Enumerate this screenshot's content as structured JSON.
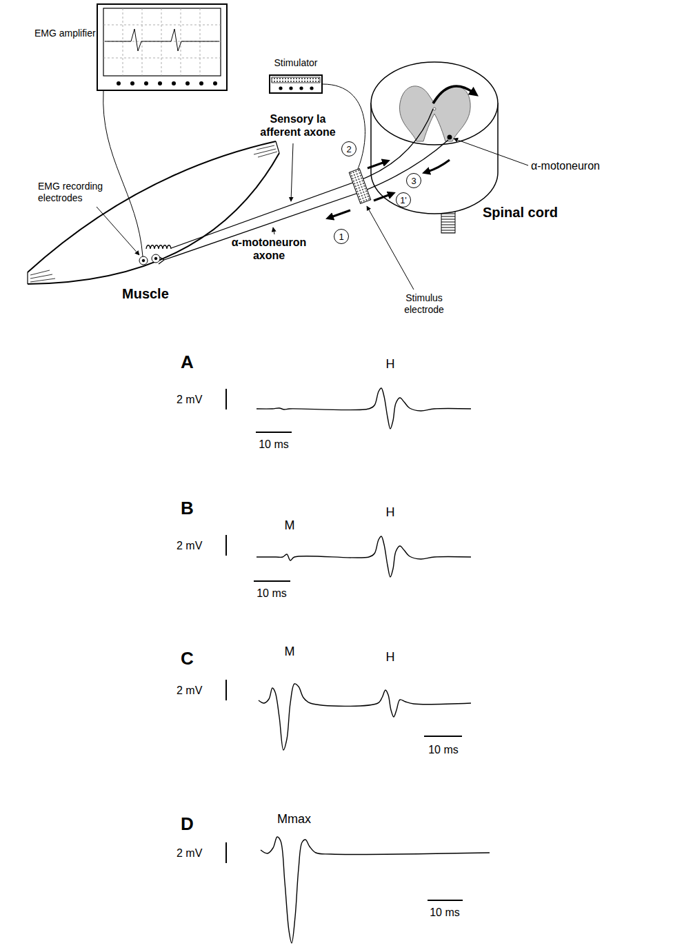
{
  "diagram": {
    "nodes": [
      {
        "text": [
          "EMG amplifier"
        ]
      },
      {
        "text": [
          "Stimulator"
        ]
      },
      {
        "text": [
          "2"
        ]
      },
      {
        "text": [
          "3"
        ]
      },
      {
        "text": [
          "1'"
        ]
      },
      {
        "text": [
          "1"
        ]
      }
    ],
    "labels": [
      "Sensory Ia afferent axone",
      "EMG recording electrodes",
      "α-motoneuron axone",
      "Stimulus electrode",
      "Spinal cord",
      "α-motoneuron",
      "Muscle",
      "A",
      "H",
      "2 mV",
      "10 ms",
      "B",
      "M",
      "H",
      "2 mV",
      "10 ms",
      "C",
      "M",
      "H",
      "2 mV",
      "10 ms",
      "D",
      "Mmax",
      "2 mV",
      "10 ms"
    ]
  }
}
